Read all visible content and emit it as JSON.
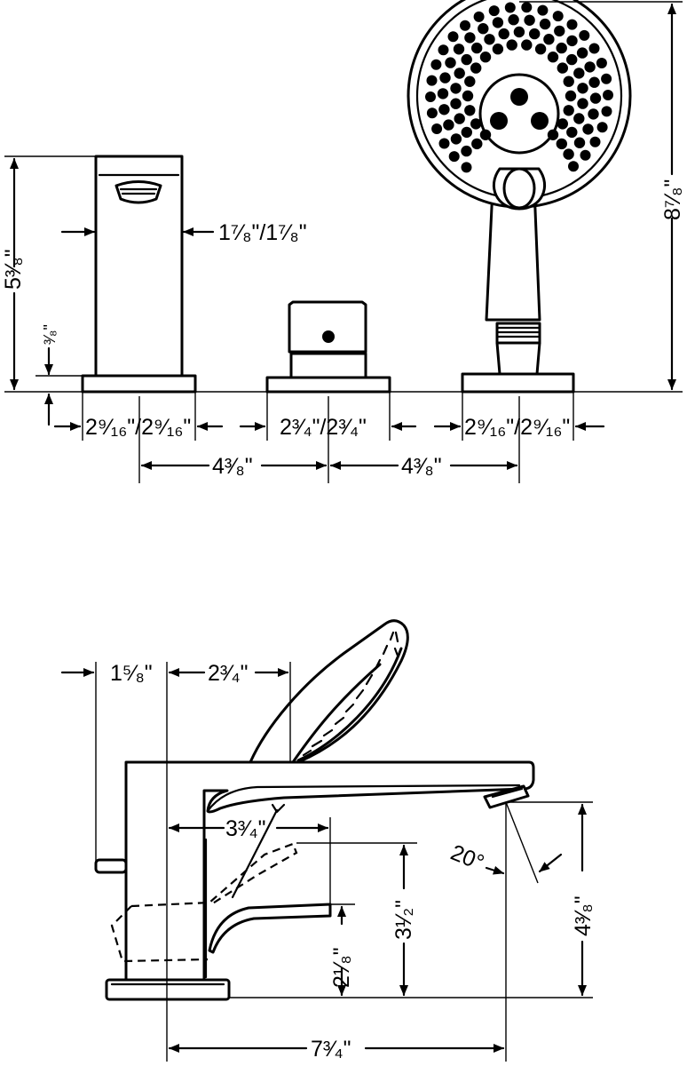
{
  "front_view": {
    "spout": {
      "height": "5³⁄₈\"",
      "width": "1⁷⁄₈\"/1⁷⁄₈\"",
      "plate_thickness": "³⁄₈\"",
      "base": "2⁹⁄₁₆\"/2⁹⁄₁₆\""
    },
    "valve": {
      "base": "2³⁄₄\"/2³⁄₄\""
    },
    "handshower": {
      "height": "8⁷⁄₈\"",
      "base": "2⁹⁄₁₆\"/2⁹⁄₁₆\""
    },
    "spacing_left": "4³⁄₈\"",
    "spacing_right": "4³⁄₈\""
  },
  "side_view": {
    "offset": "1⁵⁄₈\"",
    "handshower_reach": "2³⁄₄\"",
    "lever_reach": "3³⁄₄\"",
    "lever_height_raised": "3¹⁄₂\"",
    "lever_height_closed": "2¹⁄₈\"",
    "spout_clearance": "4³⁄₈\"",
    "spout_angle": "20°",
    "spout_reach": "7³⁄₄\""
  }
}
